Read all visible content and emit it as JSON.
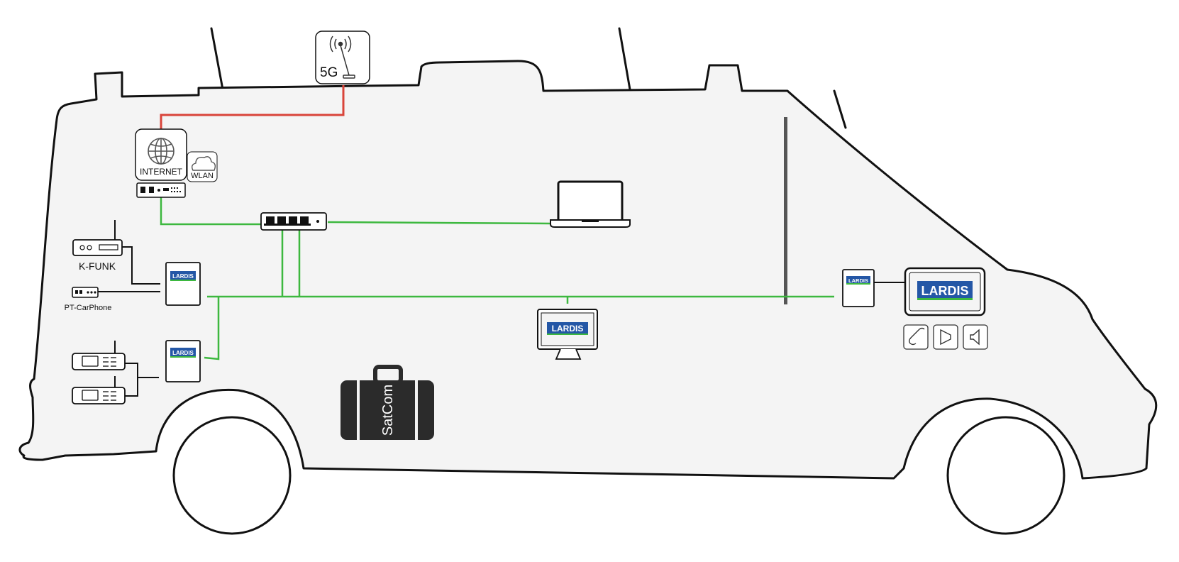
{
  "colors": {
    "van_fill": "#f4f4f4",
    "outline": "#111111",
    "lan": "#3db83f",
    "mobile_link": "#d9443a",
    "lardis_blue": "#2457a6",
    "lardis_green": "#3db83f",
    "satcom_case": "#2b2b2b"
  },
  "labels": {
    "five_g": "5G",
    "internet": "INTERNET",
    "wlan": "WLAN",
    "k_funk": "K-FUNK",
    "pt_carphone": "PT-CarPhone",
    "lardis_small_1": "LARDIS",
    "lardis_small_2": "LARDIS",
    "lardis_small_3": "LARDIS",
    "lardis_monitor": "LARDIS",
    "lardis_console": "LARDIS",
    "satcom": "SatCom"
  },
  "icons": {
    "antenna": "antenna-5g-icon",
    "globe": "globe-icon",
    "cloud": "cloud-icon",
    "switch": "network-switch-icon",
    "laptop": "laptop-icon",
    "radio": "radio-icon",
    "carphone": "carphone-icon",
    "monitor": "monitor-icon",
    "phone": "phone-icon",
    "speaker_out": "speaker-out-icon",
    "speaker": "speaker-icon",
    "suitcase": "suitcase-icon"
  }
}
